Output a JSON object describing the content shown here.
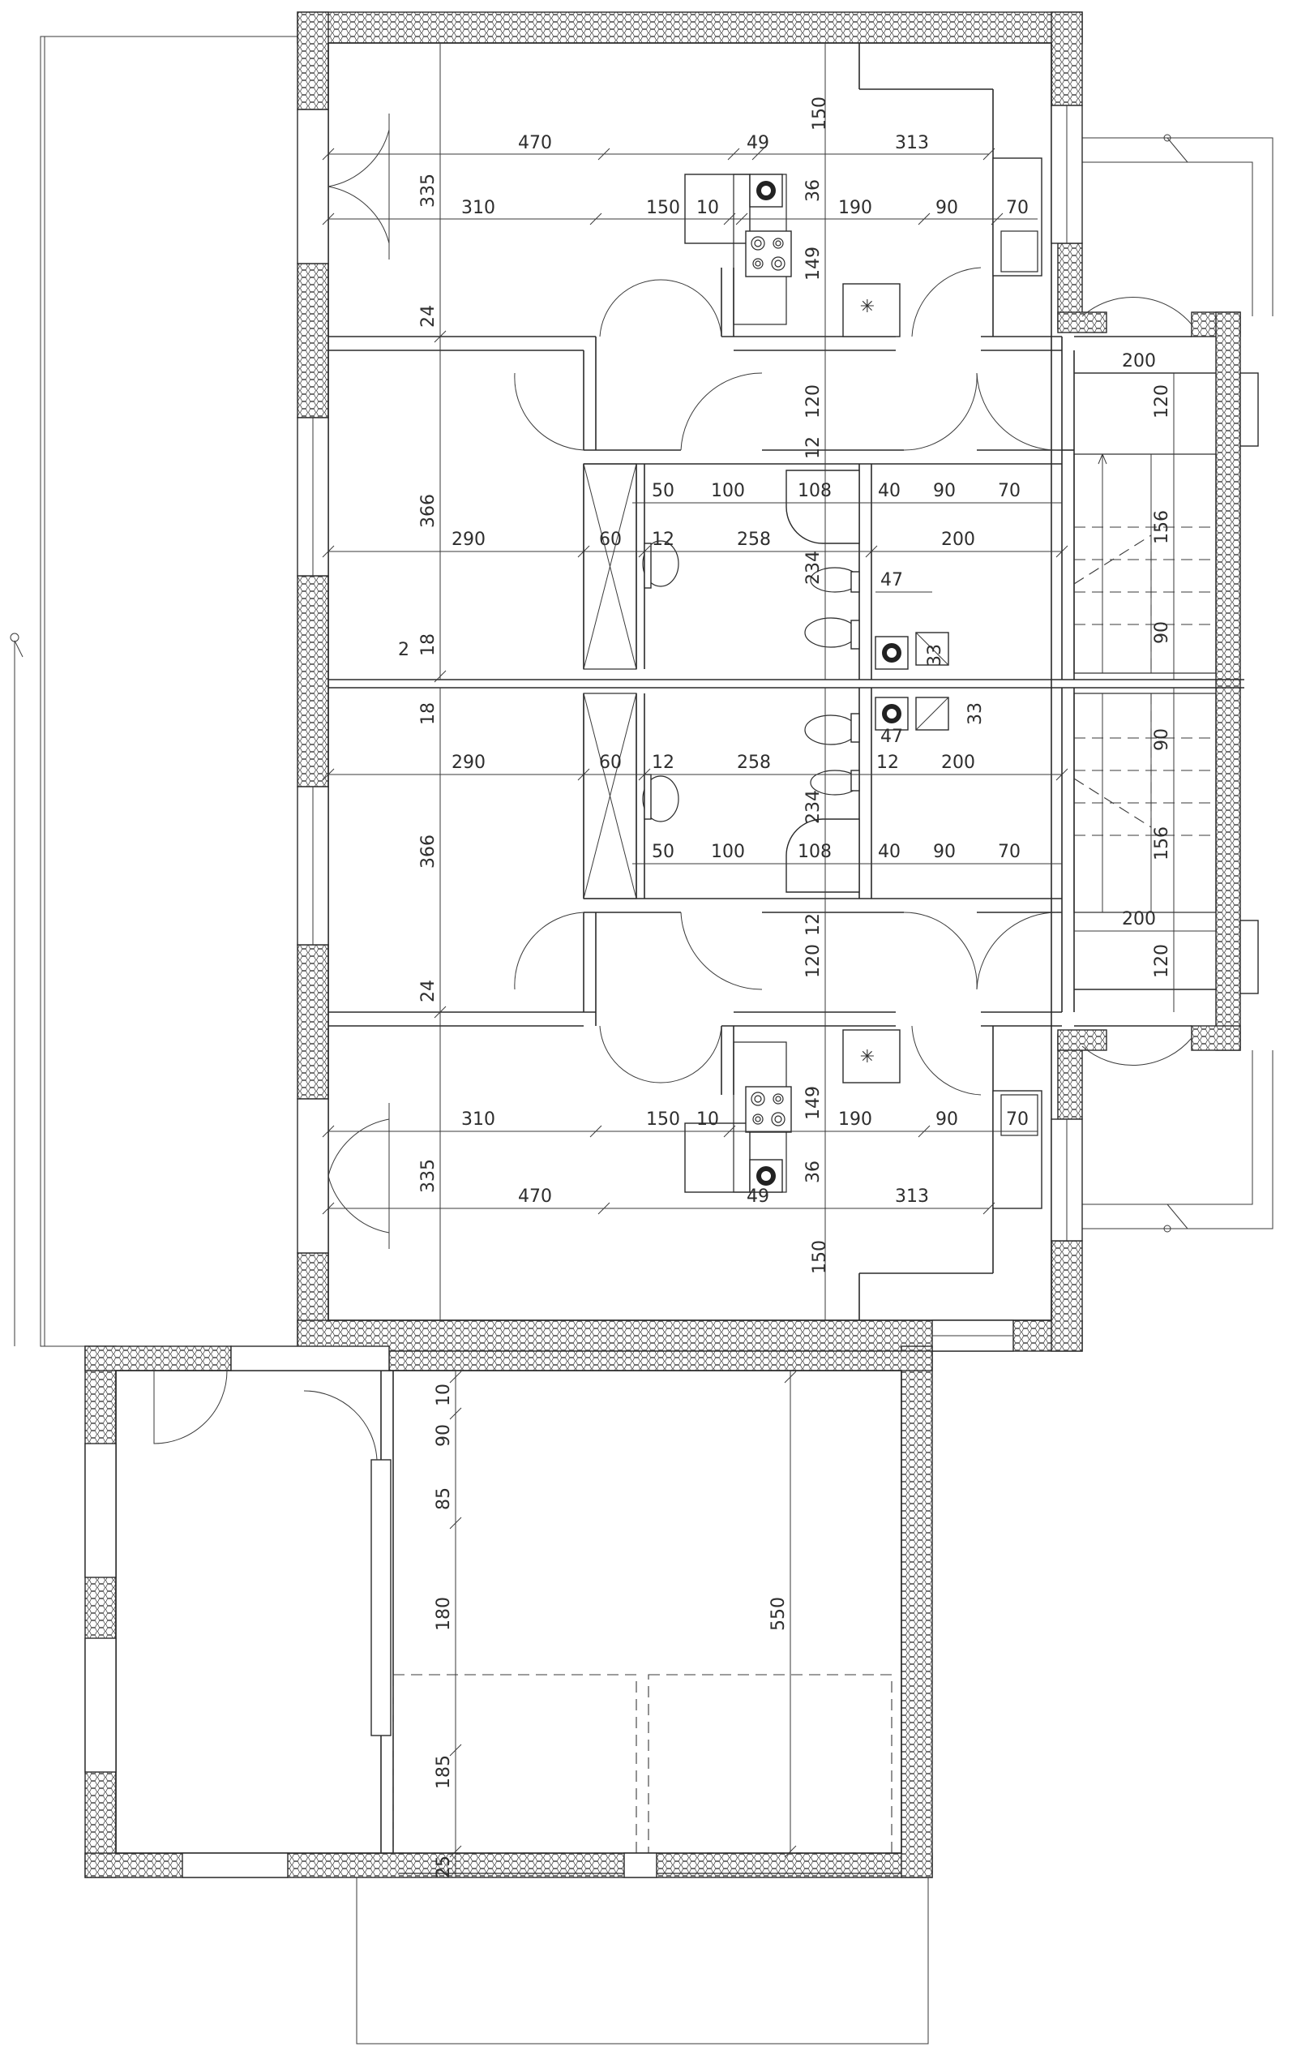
{
  "colors": {
    "line": "#2a2a2a",
    "background": "#ffffff",
    "text": "#2e2e2e"
  },
  "icons": {
    "hob": "hob-icon",
    "sink": "sink-icon",
    "toilet": "toilet-icon",
    "bidet": "bidet-icon",
    "shower": "shower-tray-icon",
    "boiler": "boiler-icon",
    "fridge": "fridge-icon"
  },
  "dimensions": {
    "top": {
      "d470": "470",
      "d49": "49",
      "d313": "313",
      "d150": "150",
      "d335": "335",
      "d310": "310",
      "d150b": "150",
      "d10": "10",
      "d36": "36",
      "d190": "190",
      "d90": "90",
      "d70": "70",
      "d149": "149",
      "d24": "24",
      "d200": "200",
      "d120": "120",
      "d120b": "120",
      "d12": "12",
      "d50": "50",
      "d100": "100",
      "d108": "108",
      "d40": "40",
      "d90b": "90",
      "d70b": "70",
      "d366": "366",
      "d290": "290",
      "d60": "60",
      "d12b": "12",
      "d258": "258",
      "d200b": "200",
      "d156": "156",
      "d234": "234",
      "d47": "47",
      "d90c": "90",
      "d33": "33",
      "d18": "18",
      "d2": "2"
    },
    "bottom": {
      "d18": "18",
      "d33": "33",
      "d47": "47",
      "d90": "90",
      "d290": "290",
      "d60": "60",
      "d12": "12",
      "d258": "258",
      "d12b": "12",
      "d200": "200",
      "d234": "234",
      "d366": "366",
      "d156": "156",
      "d50": "50",
      "d100": "100",
      "d108": "108",
      "d40": "40",
      "d90b": "90",
      "d70": "70",
      "d200b": "200",
      "d12c": "12",
      "d120": "120",
      "d120b": "120",
      "d24": "24",
      "d149": "149",
      "d310": "310",
      "d150": "150",
      "d10": "10",
      "d190": "190",
      "d90c": "90",
      "d70b": "70",
      "d335": "335",
      "d36": "36",
      "d470": "470",
      "d49": "49",
      "d313": "313",
      "d150b": "150"
    },
    "garage": {
      "d10": "10",
      "d90": "90",
      "d85": "85",
      "d180": "180",
      "d550": "550",
      "d185": "185",
      "d25": "25"
    }
  }
}
